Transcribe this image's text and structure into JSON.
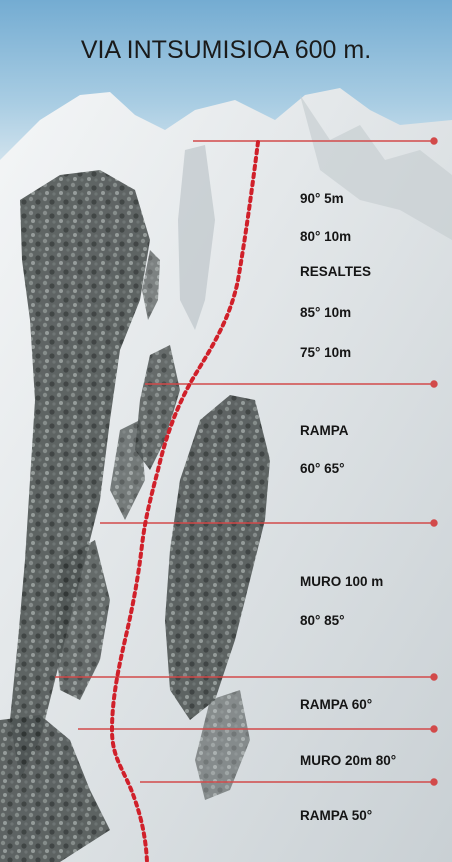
{
  "title": "VIA INTSUMISIOA 600 m.",
  "colors": {
    "sky": "#7fb3d6",
    "route": "#d0202a",
    "line": "#d24a4a",
    "rock": "#4a4f4e"
  },
  "sections": [
    {
      "labels": [
        "90° 5m",
        "80° 10m",
        "RESALTES",
        "85° 10m",
        "75° 10m"
      ]
    },
    {
      "labels": [
        "RAMPA",
        "60° 65°"
      ]
    },
    {
      "labels": [
        "MURO 100 m",
        "80° 85°"
      ]
    },
    {
      "labels": [
        "RAMPA 60°"
      ]
    },
    {
      "labels": [
        "MURO 20m 80°"
      ]
    },
    {
      "labels": [
        "RAMPA 50°"
      ]
    }
  ]
}
